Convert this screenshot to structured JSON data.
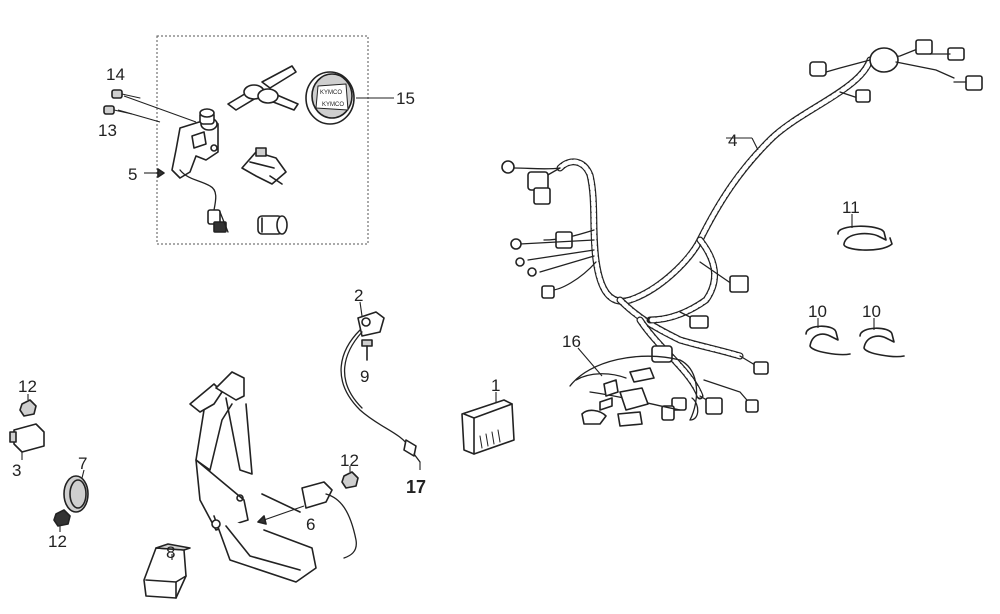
{
  "callouts": {
    "c1": "1",
    "c2": "2",
    "c3": "3",
    "c4": "4",
    "c5": "5",
    "c6": "6",
    "c7": "7",
    "c8": "8",
    "c9": "9",
    "c10a": "10",
    "c10b": "10",
    "c11": "11",
    "c12a": "12",
    "c12b": "12",
    "c12c": "12",
    "c13": "13",
    "c14": "14",
    "c15": "15",
    "c16": "16",
    "c17": "17"
  },
  "cover_text": {
    "line1": "KYMCO",
    "line2": "KYMCO"
  }
}
